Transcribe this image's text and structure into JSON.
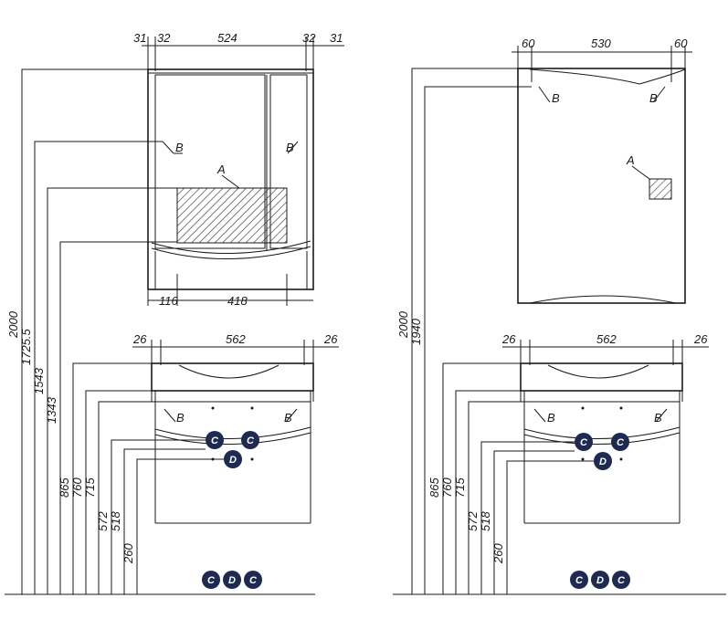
{
  "colors": {
    "line": "#1a1a1a",
    "marker": "#1f2a52",
    "hatch": "#333333"
  },
  "left_view": {
    "cabinet_top_dims": [
      "31",
      "32",
      "524",
      "32",
      "31"
    ],
    "cabinet_bottom_dims": [
      "116",
      "418"
    ],
    "heights": [
      "2000",
      "1725.5",
      "1543",
      "1343"
    ],
    "label_a": "A",
    "label_b": "B",
    "vanity_top_dims": [
      "26",
      "562",
      "26"
    ],
    "vanity_heights": [
      "865",
      "760",
      "715",
      "572",
      "518",
      "260"
    ],
    "marker_c": "C",
    "marker_d": "D",
    "legend_cdc": [
      "C",
      "D",
      "C"
    ]
  },
  "right_view": {
    "mirror_top_dims": [
      "60",
      "530",
      "60"
    ],
    "heights": [
      "2000",
      "1940"
    ],
    "label_a": "A",
    "label_b": "B",
    "vanity_top_dims": [
      "26",
      "562",
      "26"
    ],
    "vanity_heights": [
      "865",
      "760",
      "715",
      "572",
      "518",
      "260"
    ],
    "marker_c": "C",
    "marker_d": "D",
    "legend_cdc": [
      "C",
      "D",
      "C"
    ]
  }
}
